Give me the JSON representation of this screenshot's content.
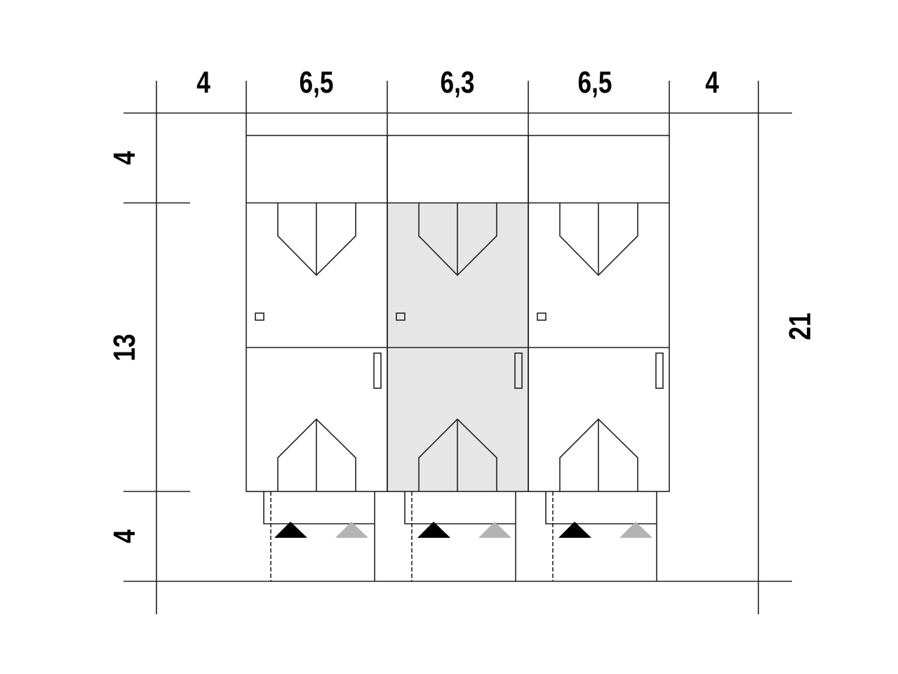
{
  "dimensions": {
    "top": [
      "4",
      "6,5",
      "6,3",
      "6,5",
      "4"
    ],
    "left": [
      "4",
      "13",
      "4"
    ],
    "right": "21"
  },
  "colors": {
    "highlight_fill": "#e6e6e6",
    "arrow_dark": "#000000",
    "arrow_light": "#b3b3b3"
  },
  "houses": [
    {
      "highlighted": false
    },
    {
      "highlighted": true
    },
    {
      "highlighted": false
    }
  ]
}
